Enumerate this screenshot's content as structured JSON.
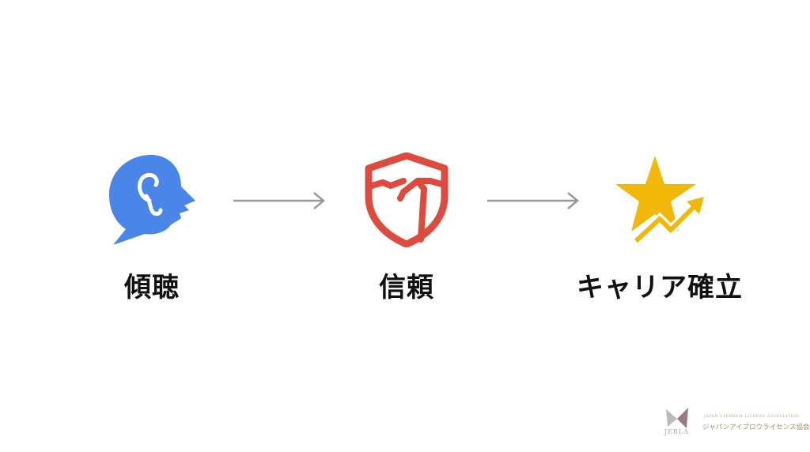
{
  "steps": [
    {
      "label": "傾聴",
      "icon": "listening-head-ear-icon",
      "color": "#4a86e8"
    },
    {
      "label": "信頼",
      "icon": "trust-shield-handshake-icon",
      "color": "#dd4b3e"
    },
    {
      "label": "キャリア確立",
      "icon": "star-growth-arrow-icon",
      "color": "#f1b80a"
    }
  ],
  "arrow_color": "#999999",
  "logo": {
    "abbr": "JEBLA",
    "english": "JAPAN EYEBROW LICENSE ASSOCIATION",
    "japanese": "ジャパンアイブロウライセンス協会"
  }
}
